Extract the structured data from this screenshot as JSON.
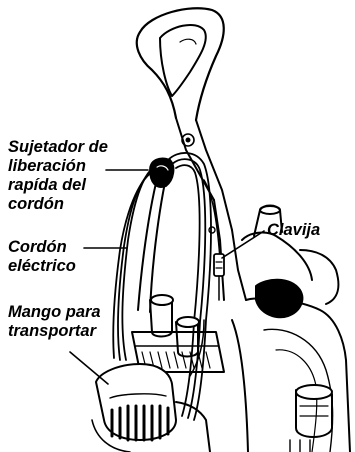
{
  "labels": {
    "release_line1": "Sujetador de",
    "release_line2": "liberación",
    "release_line3": "rapída del",
    "release_line4": "cordón",
    "cord_line1": "Cordón",
    "cord_line2": "eléctrico",
    "plug": "Clavija",
    "handle_line1": "Mango para",
    "handle_line2": "transportar"
  }
}
